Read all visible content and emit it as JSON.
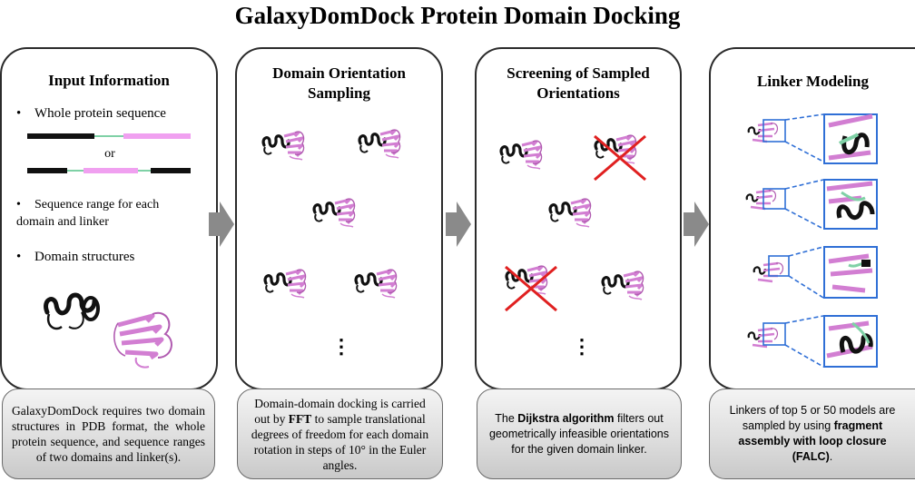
{
  "title": "GalaxyDomDock Protein Domain Docking",
  "colors": {
    "domain_a": "#111111",
    "domain_b": "#d27ed2",
    "linker": "#7fd1a6",
    "reject_cross": "#e02020",
    "zoom_box": "#2f6fd6",
    "arrow": "#8a8a8a"
  },
  "panels": [
    {
      "title": "Input Information",
      "bullets": [
        "Whole protein sequence",
        "Sequence range for each domain and linker",
        "Domain structures"
      ],
      "or_label": "or",
      "caption": "GalaxyDomDock requires two domain structures in PDB format, the whole protein sequence, and sequence ranges of two domains and linker(s)."
    },
    {
      "title_line1": "Domain Orientation",
      "title_line2": "Sampling",
      "dots": "⋮",
      "caption_pre": "Domain-domain docking is carried out by ",
      "caption_bold": "FFT",
      "caption_post": " to sample translational degrees of freedom for each domain rotation in steps of 10° in the Euler angles."
    },
    {
      "title_line1": "Screening of Sampled",
      "title_line2": "Orientations",
      "dots": "⋮",
      "caption_pre": "The ",
      "caption_bold": "Dijkstra algorithm",
      "caption_post": " filters out geometrically infeasible orientations for the given domain linker."
    },
    {
      "title": "Linker Modeling",
      "caption_pre": "Linkers of top 5 or 50 models are sampled by using ",
      "caption_bold": "fragment assembly with loop closure (FALC)",
      "caption_post": "."
    }
  ]
}
